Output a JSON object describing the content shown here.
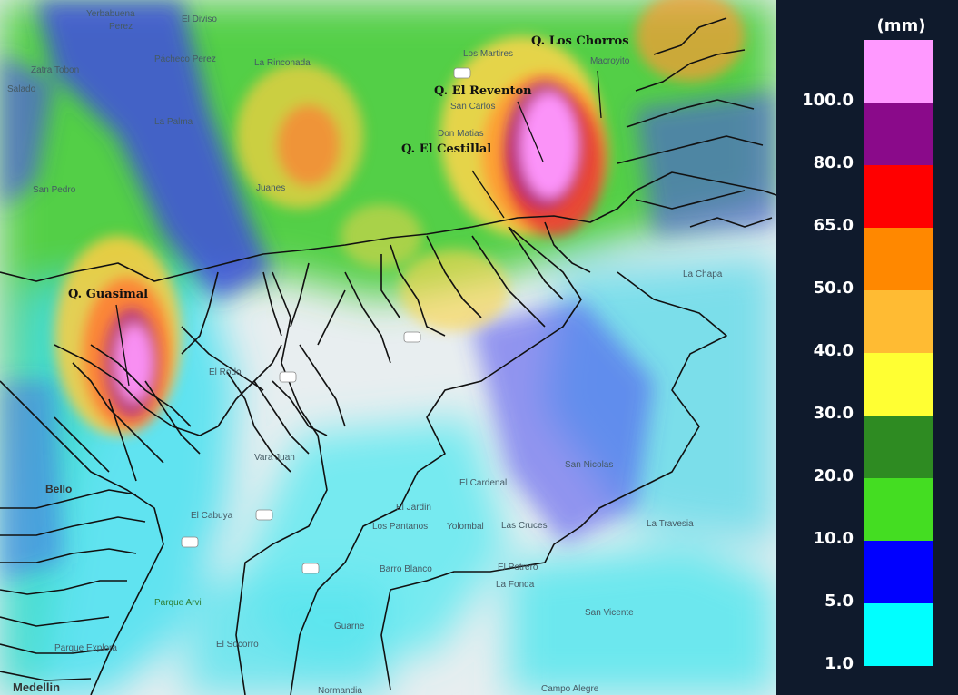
{
  "map": {
    "places": [
      {
        "label": "Yerbabuena"
      },
      {
        "label": "Perez"
      },
      {
        "label": "El Diviso"
      },
      {
        "label": "Pácheco Perez"
      },
      {
        "label": "Zatra Tobon"
      },
      {
        "label": "Salado"
      },
      {
        "label": "La Palma"
      },
      {
        "label": "La Rinconada"
      },
      {
        "label": "Los Martires"
      },
      {
        "label": "San Carlos"
      },
      {
        "label": "Don Matias"
      },
      {
        "label": "Juanes"
      },
      {
        "label": "San Pedro"
      },
      {
        "label": "Macroyito"
      },
      {
        "label": "La Chapa"
      },
      {
        "label": "El Rodo"
      },
      {
        "label": "Vara Juan"
      },
      {
        "label": "Bello"
      },
      {
        "label": "El Cabuya"
      },
      {
        "label": "El Cardenal"
      },
      {
        "label": "El Jardin"
      },
      {
        "label": "Los Pantanos"
      },
      {
        "label": "Yolombal"
      },
      {
        "label": "Las Cruces"
      },
      {
        "label": "San Nicolas"
      },
      {
        "label": "La Travesia"
      },
      {
        "label": "El Potrero"
      },
      {
        "label": "La Fonda"
      },
      {
        "label": "Barro Blanco"
      },
      {
        "label": "Parque Arvi"
      },
      {
        "label": "Guarne"
      },
      {
        "label": "El Socorro"
      },
      {
        "label": "Parque Explora"
      },
      {
        "label": "Medellin"
      },
      {
        "label": "San Vicente"
      },
      {
        "label": "Campo Alegre"
      },
      {
        "label": "Normandia"
      }
    ],
    "basins": [
      {
        "label": "Q. Los Chorros"
      },
      {
        "label": "Q. El Reventon"
      },
      {
        "label": "Q. El Cestillal"
      },
      {
        "label": "Q. Guasimal"
      }
    ],
    "colors": {
      "background": "#e8eef0",
      "outline": "#111111",
      "road_shield": "#ffffff"
    }
  },
  "legend": {
    "unit": "(mm)",
    "ticks": [
      "100.0",
      "80.0",
      "65.0",
      "50.0",
      "40.0",
      "30.0",
      "20.0",
      "10.0",
      "5.0",
      "1.0"
    ],
    "colors": [
      "#ff99ff",
      "#8a0a8a",
      "#ff0000",
      "#ff8800",
      "#ffbb33",
      "#ffff33",
      "#2e8b22",
      "#44dd22",
      "#0000ff",
      "#00ffff"
    ],
    "background": "#0f1a2c"
  }
}
